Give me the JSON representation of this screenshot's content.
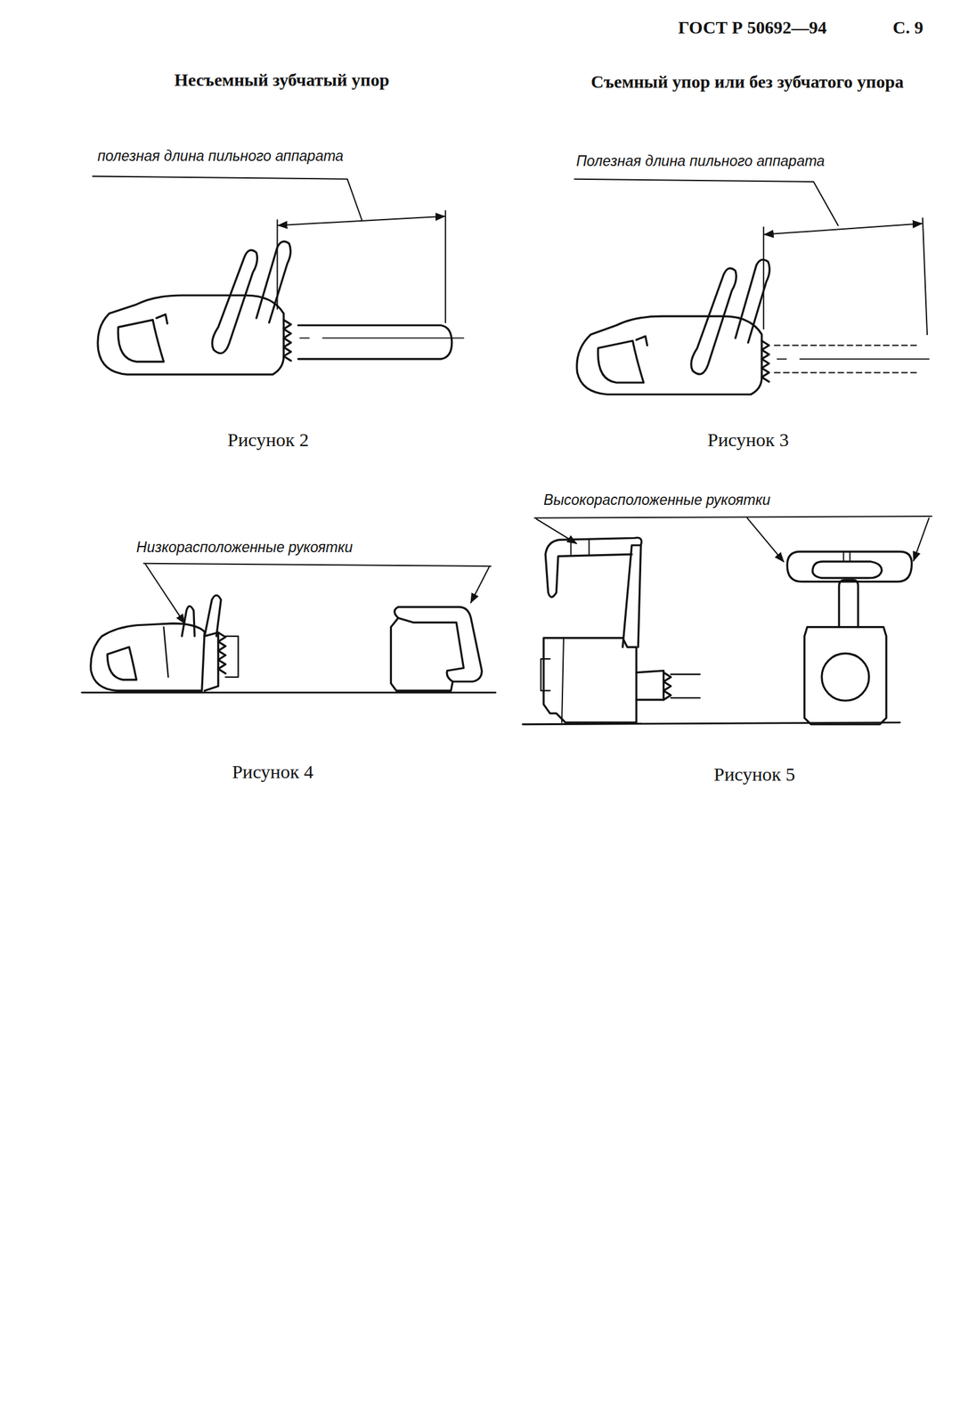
{
  "diagram": {
    "labels": [
      "ГОСТ Р 50692—94",
      "С. 9",
      "Несъемный зубчатый упор",
      "Съемный упор или без зубчатого упора",
      "полезная длина пильного аппарата",
      "Полезная длина пильного аппарата",
      "Рисунок 2",
      "Рисунок 3",
      "Низкорасположенные рукоятки",
      "Рисунок 4",
      "Высокорасположенные рукоятки",
      "Рисунок 5"
    ]
  }
}
